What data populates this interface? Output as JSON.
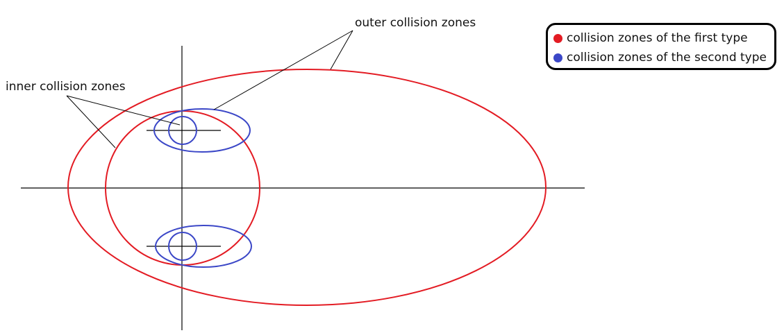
{
  "labels": {
    "outer": "outer collision zones",
    "inner": "inner collision zones"
  },
  "legend": {
    "items": [
      {
        "label": "collision zones of the first type",
        "color": "#e31b23"
      },
      {
        "label": "collision zones of the second type",
        "color": "#3b47c7"
      }
    ]
  },
  "colors": {
    "first_type": "#e31b23",
    "second_type": "#3b47c7",
    "axis": "#000000"
  }
}
